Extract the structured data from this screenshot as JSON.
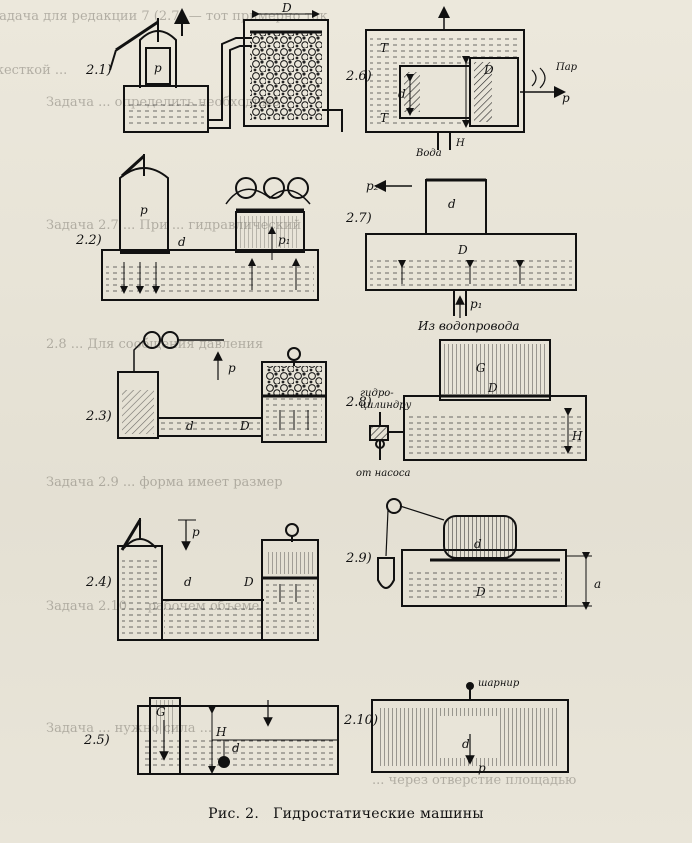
{
  "caption": {
    "figure": "Рис. 2.",
    "title": "Гидростатические машины"
  },
  "figures": {
    "f1": {
      "num": "2.1)",
      "p": "p",
      "d": "D"
    },
    "f2": {
      "num": "2.2)",
      "p": "p",
      "d": "d",
      "p1": "p₁"
    },
    "f3": {
      "num": "2.3)",
      "p": "p",
      "d": "d",
      "D": "D"
    },
    "f4": {
      "num": "2.4)",
      "p": "p",
      "d": "d",
      "D": "D"
    },
    "f5": {
      "num": "2.5)",
      "G": "G",
      "d": "d",
      "H": "H"
    },
    "f6": {
      "num": "2.6)",
      "T": "T",
      "D": "D",
      "d": "d",
      "par": "Пар",
      "p": "p",
      "voda": "Вода",
      "H": "H"
    },
    "f7": {
      "num": "2.7)",
      "p2": "p₂",
      "d": "d",
      "D": "D",
      "p1": "p₁",
      "source": "Из водопровода"
    },
    "f8": {
      "num": "2.8)",
      "G": "G",
      "D": "D",
      "H": "H",
      "hydro": "гидро-",
      "hydro2": "цилиндру",
      "from": "от насоса"
    },
    "f9": {
      "num": "2.9)",
      "d": "d",
      "D": "D",
      "a": "a"
    },
    "f10": {
      "num": "2.10)",
      "hinge": "шарнир",
      "d": "d",
      "p": "p"
    }
  }
}
